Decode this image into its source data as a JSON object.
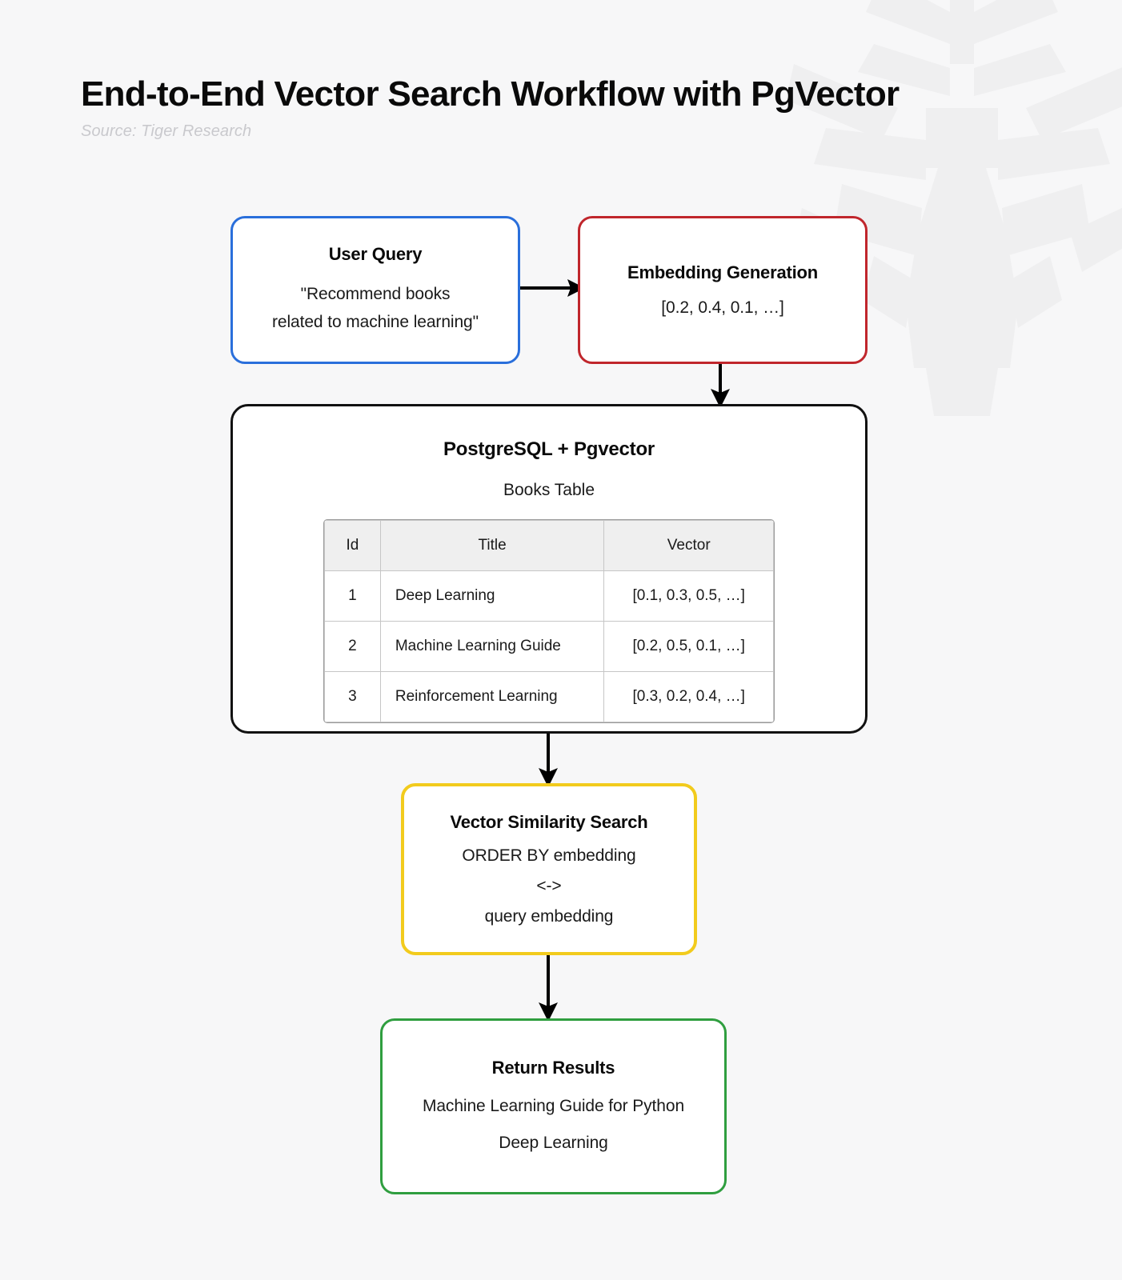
{
  "header": {
    "title": "End-to-End Vector Search Workflow with PgVector",
    "source": "Source: Tiger Research"
  },
  "colors": {
    "background": "#f7f7f8",
    "user_query_border": "#2a6fdb",
    "embedding_border": "#c0262c",
    "postgres_border": "#111111",
    "similarity_border": "#f2cb1d",
    "results_border": "#2f9e3f",
    "arrow": "#000000",
    "table_header_bg": "#efefef",
    "source_text": "#c9c9cd"
  },
  "nodes": {
    "user_query": {
      "title": "User Query",
      "line1": "\"Recommend books",
      "line2": "related to machine learning\""
    },
    "embedding": {
      "title": "Embedding Generation",
      "vector": "[0.2, 0.4, 0.1, …]"
    },
    "postgres": {
      "title": "PostgreSQL + Pgvector",
      "subtitle": "Books Table",
      "table": {
        "columns": [
          "Id",
          "Title",
          "Vector"
        ],
        "rows": [
          [
            "1",
            "Deep Learning",
            "[0.1, 0.3, 0.5, …]"
          ],
          [
            "2",
            "Machine Learning Guide",
            "[0.2, 0.5, 0.1, …]"
          ],
          [
            "3",
            "Reinforcement Learning",
            "[0.3, 0.2, 0.4, …]"
          ]
        ]
      }
    },
    "similarity": {
      "title": "Vector Similarity Search",
      "line1": "ORDER BY embedding",
      "line2": "<->",
      "line3": "query embedding"
    },
    "results": {
      "title": "Return Results",
      "line1": "Machine Learning Guide for Python",
      "line2": "Deep Learning"
    }
  },
  "edges": [
    {
      "name": "user-query-to-embedding",
      "direction": "right"
    },
    {
      "name": "embedding-to-postgres",
      "direction": "down"
    },
    {
      "name": "postgres-to-similarity",
      "direction": "down"
    },
    {
      "name": "similarity-to-results",
      "direction": "down"
    }
  ]
}
